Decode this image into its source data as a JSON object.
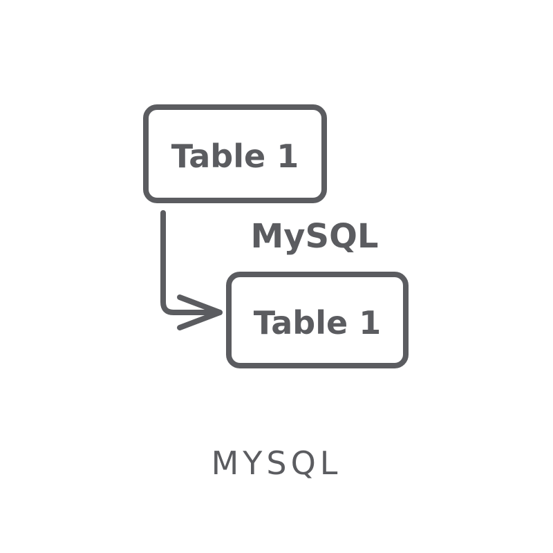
{
  "icon": {
    "top_box_label": "Table 1",
    "middle_label": "MySQL",
    "bottom_box_label": "Table 1",
    "stroke_color": "#5b5c60"
  },
  "caption": {
    "text": "MYSQL"
  }
}
